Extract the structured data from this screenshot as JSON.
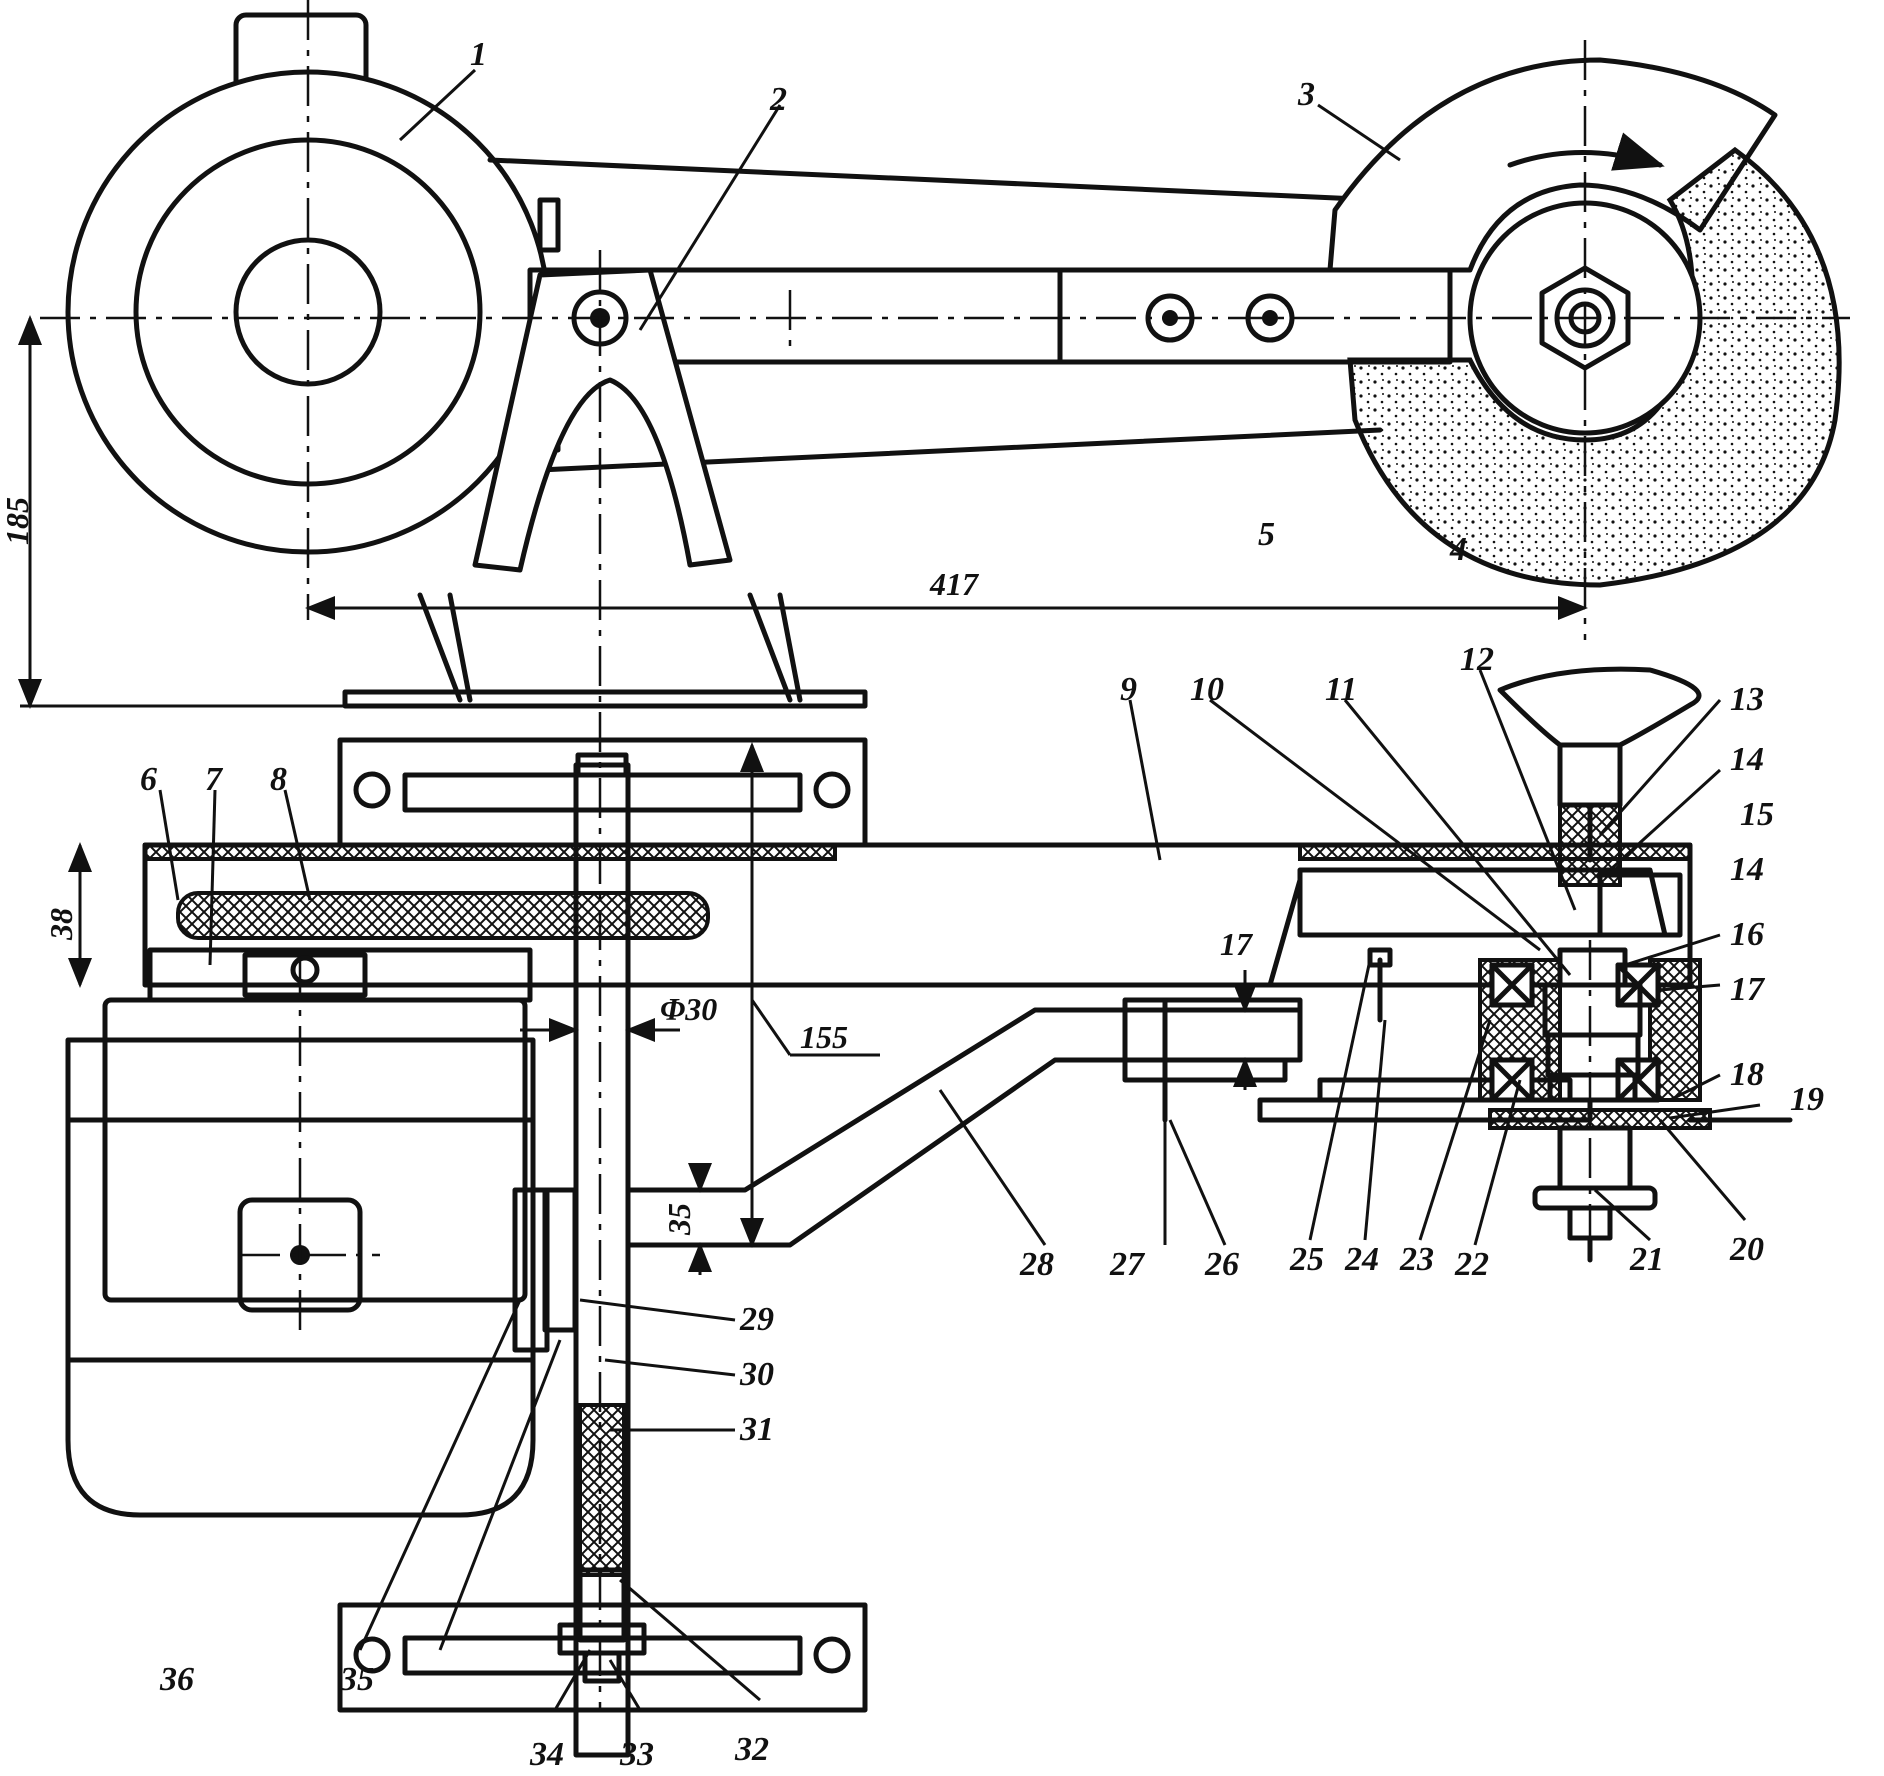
{
  "labels": {
    "l1": "1",
    "l2": "2",
    "l3": "3",
    "l4": "4",
    "l5": "5",
    "l6": "6",
    "l7": "7",
    "l8": "8",
    "l9": "9",
    "l10": "10",
    "l11": "11",
    "l12": "12",
    "l13": "13",
    "l14a": "14",
    "l14b": "14",
    "l15": "15",
    "l16": "16",
    "l17": "17",
    "l18": "18",
    "l19": "19",
    "l20": "20",
    "l21": "21",
    "l22": "22",
    "l23": "23",
    "l24": "24",
    "l25": "25",
    "l26": "26",
    "l27": "27",
    "l28": "28",
    "l29": "29",
    "l30": "30",
    "l31": "31",
    "l32": "32",
    "l33": "33",
    "l34": "34",
    "l35": "35",
    "l36": "36"
  },
  "dimensions": {
    "height_185": "185",
    "span_417": "417",
    "belt_38": "38",
    "gap_17": "17",
    "shaft_d30": "Φ30",
    "length_155": "155",
    "arm_35": "35"
  }
}
